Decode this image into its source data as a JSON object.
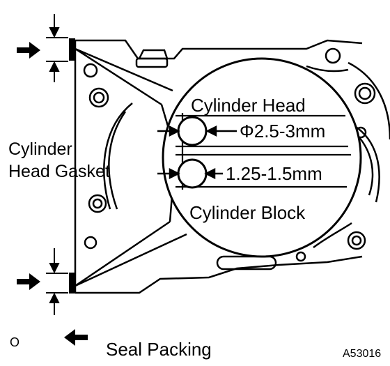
{
  "labels": {
    "cylinder_head": "Cylinder Head",
    "diameter": "Φ2.5-3mm",
    "gasket_line1": "Cylinder",
    "gasket_line2": "Head Gasket",
    "width": "1.25-1.5mm",
    "cylinder_block": "Cylinder Block",
    "legend_symbol": "O",
    "seal_packing": "Seal Packing",
    "figure_code": "A53016"
  },
  "icons": [
    "arrow-right-icon",
    "arrow-left-icon",
    "bead-circle-icon"
  ],
  "colors": {
    "ink": "#000000",
    "paper": "#ffffff"
  }
}
